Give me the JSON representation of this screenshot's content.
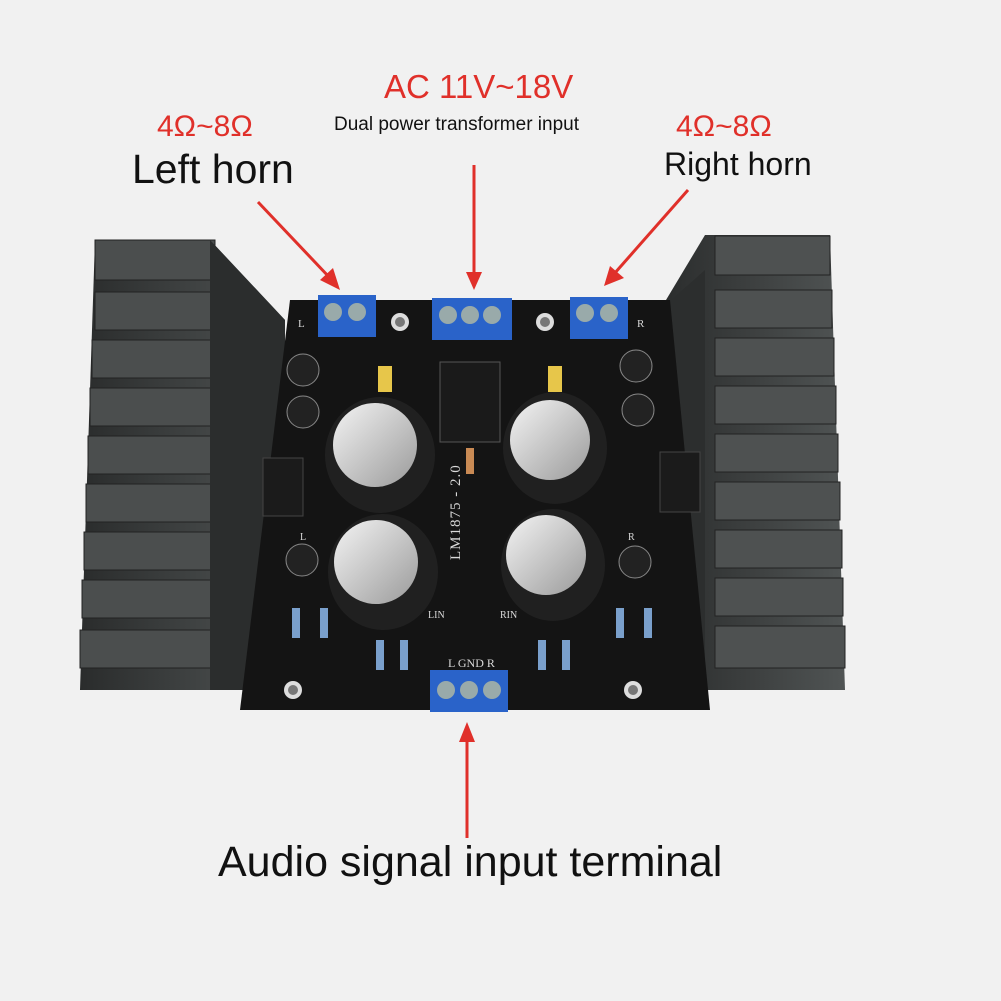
{
  "labels": {
    "ac_range": "AC 11V~18V",
    "ac_description": "Dual power transformer input",
    "left_impedance": "4Ω~8Ω",
    "left_name": "Left horn",
    "right_impedance": "4Ω~8Ω",
    "right_name": "Right horn",
    "bottom_name": "Audio signal input terminal"
  },
  "board_silkscreen": {
    "model": "LM1875 - 2.0",
    "left": "L",
    "right": "R",
    "lin": "LIN",
    "rin": "RIN",
    "input_pins": "L GND R",
    "left_lower": "L",
    "right_lower": "R"
  },
  "colors": {
    "annotation_red": "#e0302a",
    "heatsink": "#3a3c3c",
    "pcb": "#151515",
    "terminal_blue": "#2a63c9"
  }
}
